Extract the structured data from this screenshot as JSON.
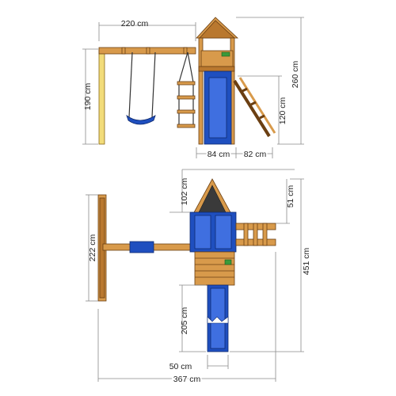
{
  "dimensions": {
    "front_width": "220 cm",
    "swing_height": "190 cm",
    "total_height": "260 cm",
    "platform_height": "120 cm",
    "tower_width": "84 cm",
    "ladder_depth": "82 cm",
    "roof_depth": "102 cm",
    "swing_depth": "222 cm",
    "ladder_side_depth": "51 cm",
    "total_depth": "451 cm",
    "slide_length": "205 cm",
    "slide_width": "50 cm",
    "total_width": "367 cm"
  },
  "colors": {
    "wood": "#d89a4b",
    "pale_post": "#f2dc7a",
    "blue": "#1f4fbf",
    "green": "#3a9a3a"
  }
}
